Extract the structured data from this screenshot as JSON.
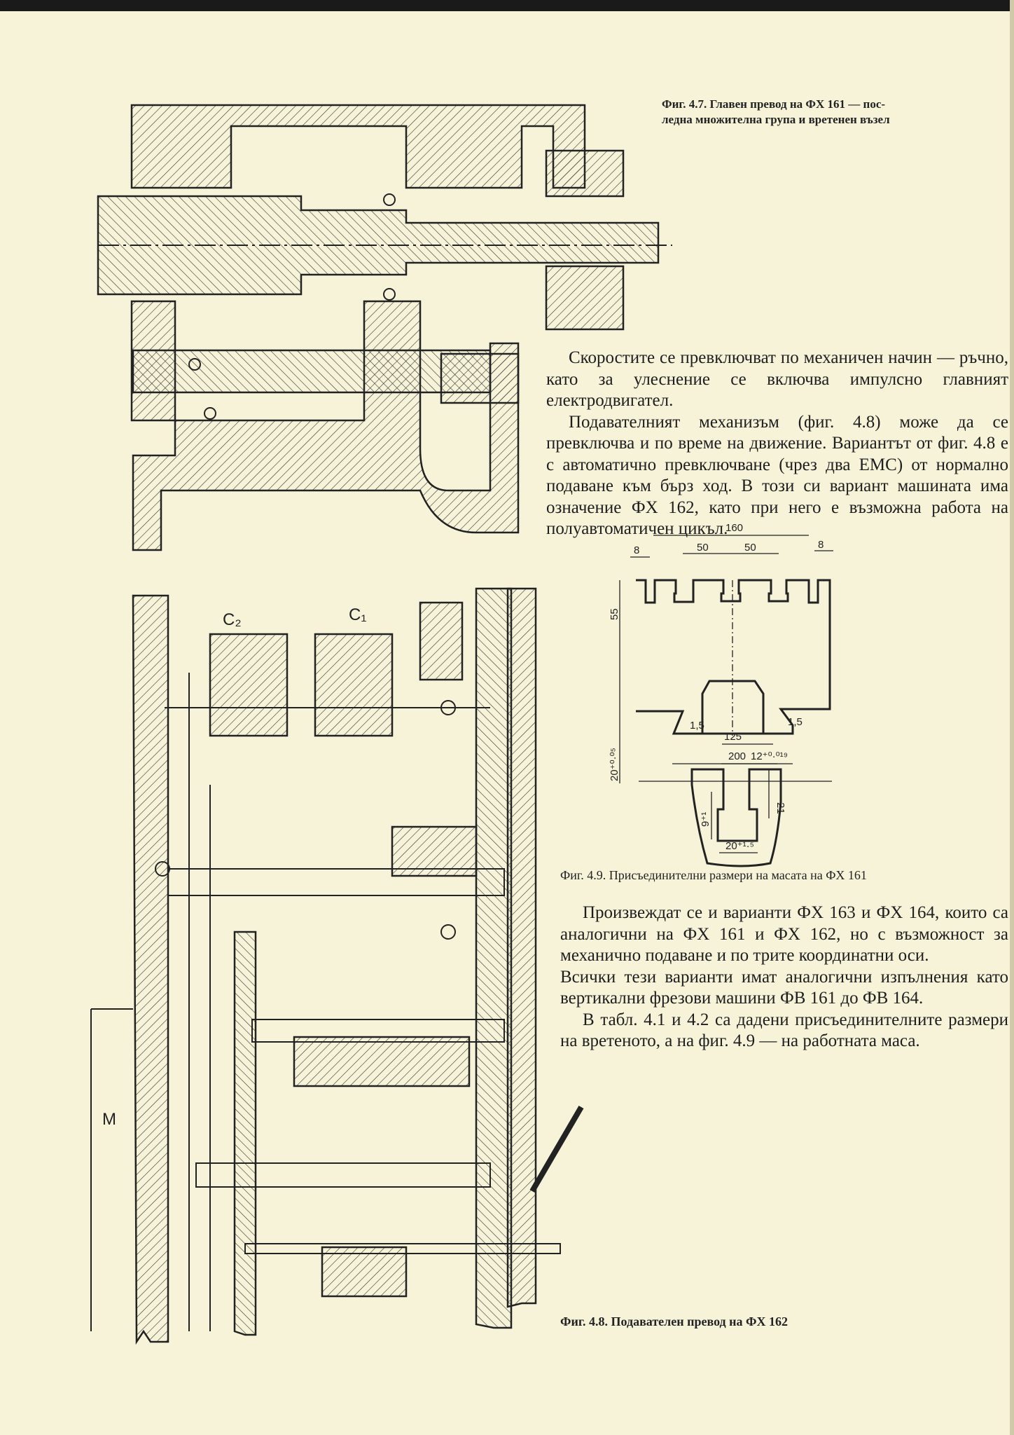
{
  "fig47": {
    "caption_line1": "Фиг. 4.7. Главен превод на ФХ 161 — пос-",
    "caption_line2": "ледна множителна група и вретенен възел"
  },
  "text1": {
    "p1": "Скоростите се превключват по механичен начин — ръчно, като за улеснение се включва импулсно главният електродвигател.",
    "p2": "Подавателният механизъм (фиг. 4.8) може да се превключва и по време на движение. Вариантът от фиг. 4.8 е с автоматично превключване (чрез два ЕМС) от нормално подаване към бърз ход. В този си вариант машината има означение ФХ 162, като при него е възможна работа на полуавтоматичен цикъл."
  },
  "fig49": {
    "caption": "Фиг. 4.9. Присъединителни размери на масата на ФХ 161",
    "dims": {
      "d160": "160",
      "d8a": "8",
      "d50a": "50",
      "d50b": "50",
      "d8b": "8",
      "d55": "55",
      "d20tol": "20⁺⁰·⁰⁵",
      "d15a": "1,5",
      "d15b": "1,5",
      "d125": "125",
      "d200": "200",
      "d12": "12⁺⁰·⁰¹⁹",
      "d9": "9⁺¹",
      "d21": "21",
      "d20": "20⁺¹·⁵"
    }
  },
  "text2": {
    "p1": "Произвеждат се и варианти ФХ 163 и ФХ 164, които са аналогични на ФХ 161 и ФХ 162, но с възможност за механично подаване и по трите координатни оси.",
    "p2": "Всички тези варианти имат аналогични изпълнения като вертикални фрезови машини ФВ 161 до ФВ 164.",
    "p3": "В табл. 4.1 и 4.2 са дадени присъединителните размери на вретеното, а на фиг. 4.9 — на работната маса."
  },
  "fig48": {
    "caption": "Фиг. 4.8. Подавателен превод на ФХ 162",
    "label_c2": "C₂",
    "label_c1": "C₁",
    "label_m": "M"
  }
}
